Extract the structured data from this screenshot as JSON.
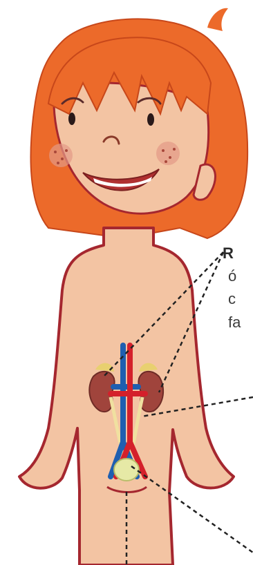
{
  "caption_fragment": {
    "heading_letter": "R",
    "line_1": "ó",
    "line_2": "c",
    "line_3": "fa"
  },
  "colors": {
    "hair": "#ec6a2a",
    "skin": "#f3c4a3",
    "outline": "#a5272f",
    "vein": "#1f5fb0",
    "artery": "#d4202b",
    "kidney": "#a0443c",
    "bladder": "#e6e9a6",
    "leader_line": "#222222"
  },
  "icons": [
    "girl-figure",
    "kidney-icon",
    "bladder-icon",
    "aorta-icon",
    "vena-cava-icon"
  ]
}
